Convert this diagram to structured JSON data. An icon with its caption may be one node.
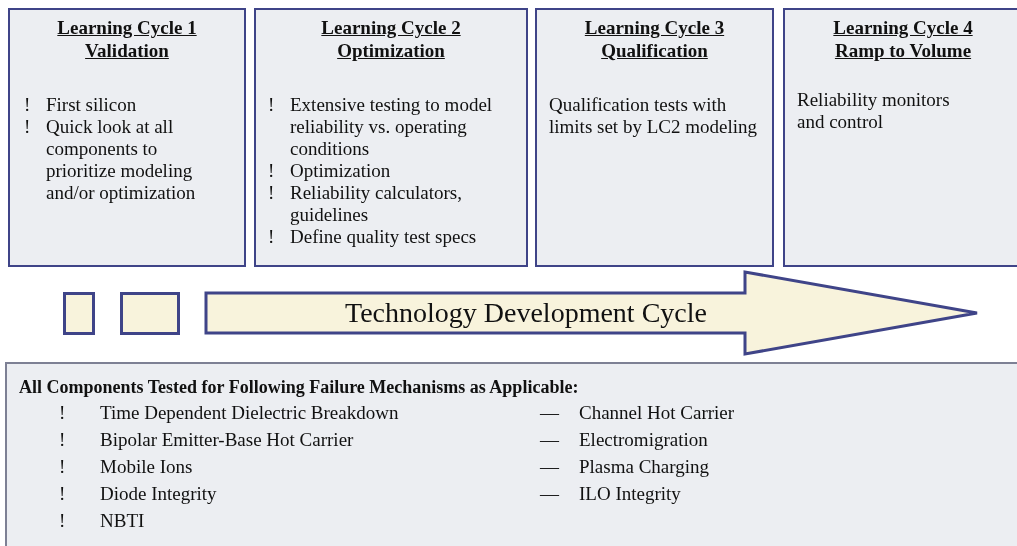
{
  "diagram": {
    "nodes": [
      {
        "text": [
          "Learning Cycle 1 Validation",
          "!",
          "First silicon",
          "!",
          "Quick look at all components to prioritize modeling and/or optimization"
        ]
      },
      {
        "text": [
          "Learning Cycle 2 Optimization",
          "!",
          "Extensive testing to model reliability vs. operating conditions",
          "!",
          "Optimization",
          "!",
          "Reliability calculators, guidelines",
          "!",
          "Define quality test specs"
        ]
      },
      {
        "text": [
          "Learning Cycle 3 Qualification",
          "Qualification tests with limits set by LC2 modeling"
        ]
      },
      {
        "text": [
          "Learning Cycle 4 Ramp to Volume",
          "Reliability monitors and control"
        ]
      },
      {
        "text": [],
        "shape": "box"
      },
      {
        "text": [],
        "shape": "box"
      },
      {
        "text": [
          "Technology Development Cycle"
        ]
      },
      {
        "text": [
          "All Components Tested for Following Failure Mechanisms as Applicable:",
          "!",
          "Time Dependent Dielectric Breakdown",
          "!",
          "Bipolar Emitter-Base Hot Carrier",
          "!",
          "Mobile Ions",
          "!",
          "Diode Integrity",
          "!",
          "NBTI",
          "—",
          "Channel Hot Carrier",
          "—",
          "Electromigration",
          "—",
          "Plasma Charging",
          "—",
          "ILO Integrity"
        ]
      }
    ],
    "edges": []
  }
}
